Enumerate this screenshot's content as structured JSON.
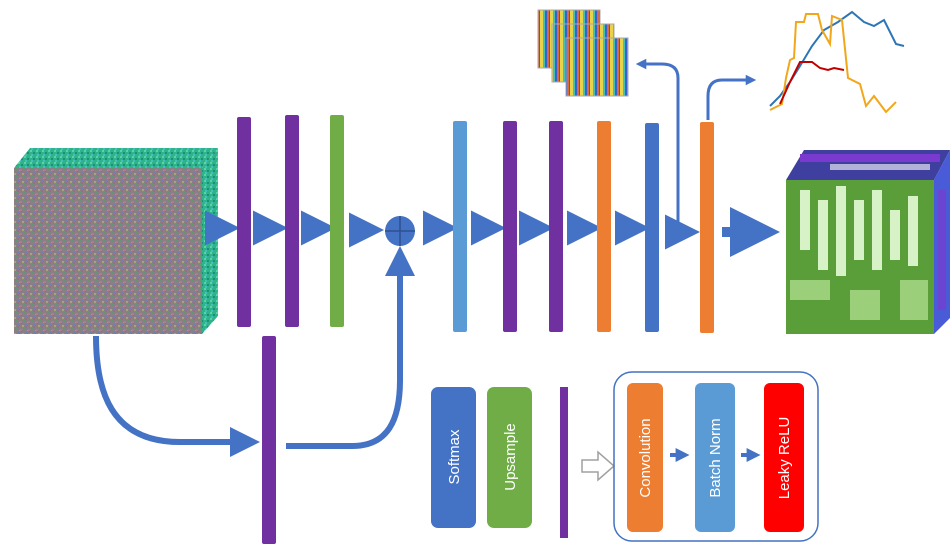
{
  "legend": {
    "softmax_label": "Softmax",
    "upsample_label": "Upsample",
    "convolution_label": "Convolution",
    "batch_norm_label": "Batch Norm",
    "leaky_relu_label": "Leaky ReLU"
  },
  "colors": {
    "purple": "#7030a0",
    "green": "#70ad47",
    "light_blue": "#5b9bd5",
    "blue": "#4472c4",
    "orange": "#ed7d31",
    "red": "#ff0000",
    "arrow": "#4472c4"
  },
  "icons": {
    "input_cube": "noise-cube-icon",
    "sum_node": "circle-plus-icon",
    "feature_maps": "feature-maps-icon",
    "spectra_plot": "line-plot-icon",
    "output_cube": "output-cube-icon",
    "legend_arrow": "hollow-arrow-icon"
  }
}
